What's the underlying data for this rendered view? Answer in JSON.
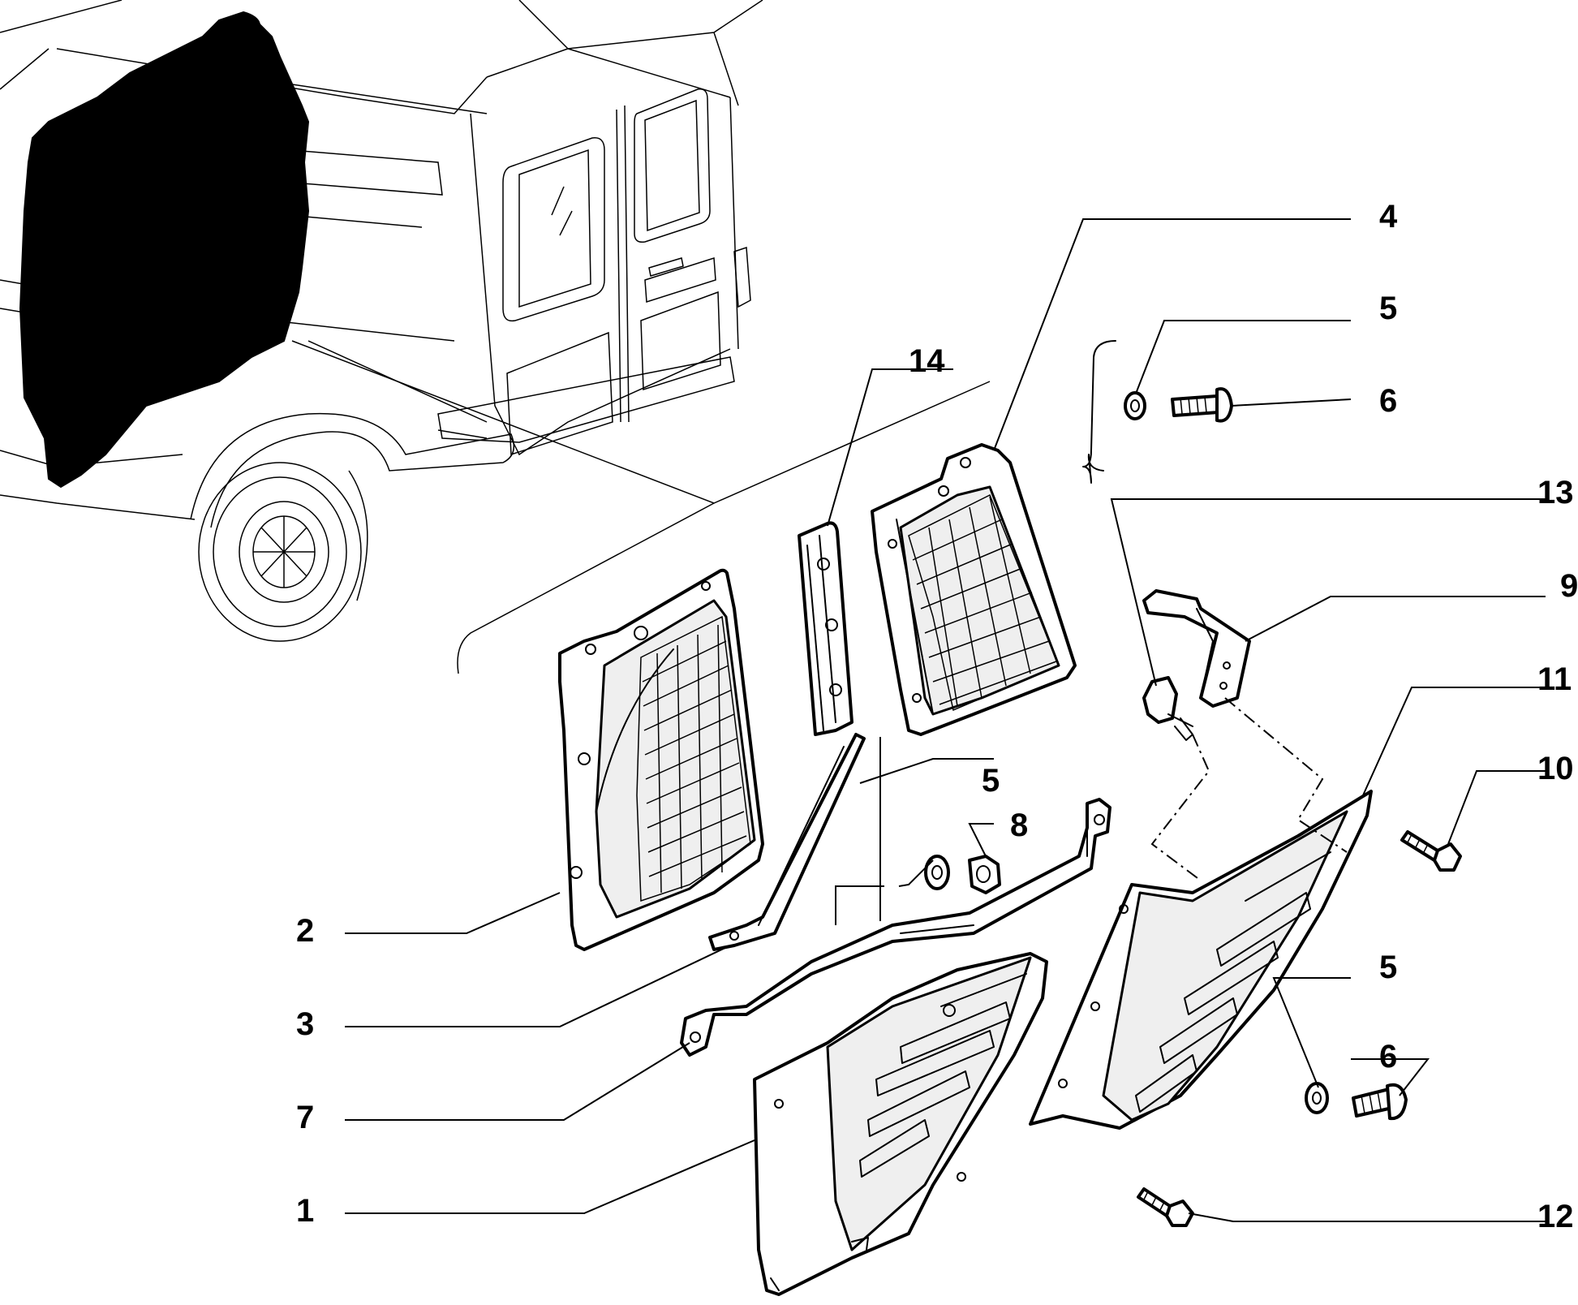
{
  "callouts": [
    {
      "id": "c1",
      "text": "1"
    },
    {
      "id": "c2",
      "text": "2"
    },
    {
      "id": "c3",
      "text": "3"
    },
    {
      "id": "c4",
      "text": "4"
    },
    {
      "id": "c5a",
      "text": "5"
    },
    {
      "id": "c5b",
      "text": "5"
    },
    {
      "id": "c5c",
      "text": "5"
    },
    {
      "id": "c6a",
      "text": "6"
    },
    {
      "id": "c6b",
      "text": "6"
    },
    {
      "id": "c7",
      "text": "7"
    },
    {
      "id": "c8",
      "text": "8"
    },
    {
      "id": "c9",
      "text": "9"
    },
    {
      "id": "c10",
      "text": "10"
    },
    {
      "id": "c11",
      "text": "11"
    },
    {
      "id": "c12",
      "text": "12"
    },
    {
      "id": "c13",
      "text": "13"
    },
    {
      "id": "c14",
      "text": "14"
    }
  ]
}
